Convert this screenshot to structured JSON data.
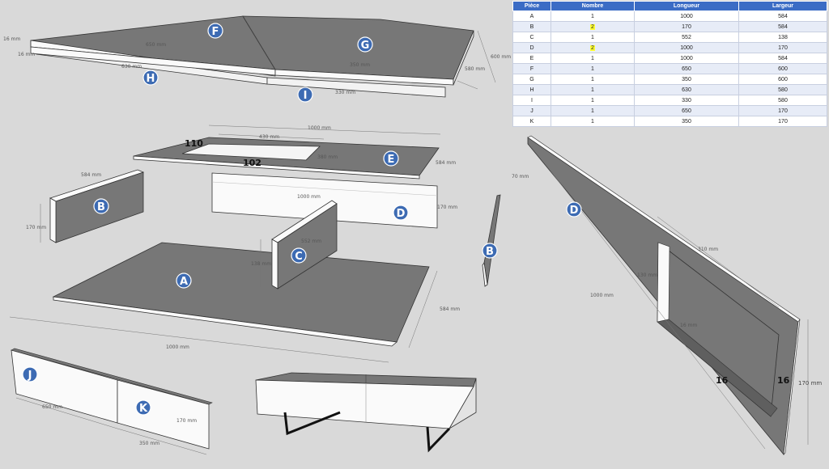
{
  "table": {
    "headers": [
      "Pièce",
      "Nombre",
      "Longueur",
      "Largeur"
    ],
    "rows": [
      {
        "piece": "A",
        "nombre": "1",
        "longueur": "1000",
        "largeur": "584",
        "highlight": false
      },
      {
        "piece": "B",
        "nombre": "2",
        "longueur": "170",
        "largeur": "584",
        "highlight": true
      },
      {
        "piece": "C",
        "nombre": "1",
        "longueur": "552",
        "largeur": "138",
        "highlight": false
      },
      {
        "piece": "D",
        "nombre": "2",
        "longueur": "1000",
        "largeur": "170",
        "highlight": true
      },
      {
        "piece": "E",
        "nombre": "1",
        "longueur": "1000",
        "largeur": "584",
        "highlight": false
      },
      {
        "piece": "F",
        "nombre": "1",
        "longueur": "650",
        "largeur": "600",
        "highlight": false
      },
      {
        "piece": "G",
        "nombre": "1",
        "longueur": "350",
        "largeur": "600",
        "highlight": false
      },
      {
        "piece": "H",
        "nombre": "1",
        "longueur": "630",
        "largeur": "580",
        "highlight": false
      },
      {
        "piece": "I",
        "nombre": "1",
        "longueur": "330",
        "largeur": "580",
        "highlight": false
      },
      {
        "piece": "J",
        "nombre": "1",
        "longueur": "650",
        "largeur": "170",
        "highlight": false
      },
      {
        "piece": "K",
        "nombre": "1",
        "longueur": "350",
        "largeur": "170",
        "highlight": false
      }
    ]
  },
  "labels": {
    "F": "F",
    "G": "G",
    "H": "H",
    "I": "I",
    "E": "E",
    "B": "B",
    "D": "D",
    "C": "C",
    "A": "A",
    "J": "J",
    "K": "K"
  },
  "dims": {
    "top_16a": "16 mm",
    "top_16b": "16 mm",
    "top_650": "650 mm",
    "top_350": "350 mm",
    "top_600": "600 mm",
    "top_580": "580 mm",
    "top_630": "630 mm",
    "top_330": "330 mm",
    "e_1000": "1000 mm",
    "e_430": "430 mm",
    "e_110": "110",
    "e_102": "102",
    "e_380": "380 mm",
    "e_584": "584 mm",
    "b_584": "584 mm",
    "b_170": "170 mm",
    "d_1000": "1000 mm",
    "d_170": "170 mm",
    "c_552": "552 mm",
    "c_138": "138 mm",
    "a_1000": "1000 mm",
    "a_584": "584 mm",
    "jk_650": "650 mm",
    "jk_350": "350 mm",
    "jk_170": "170 mm",
    "dr_70": "70 mm",
    "dr_310": "310 mm",
    "dr_130": "130 mm",
    "dr_16mm": "16 mm",
    "dr_1000": "1000 mm",
    "dr_16a": "16",
    "dr_16b": "16",
    "dr_170": "170 mm"
  }
}
